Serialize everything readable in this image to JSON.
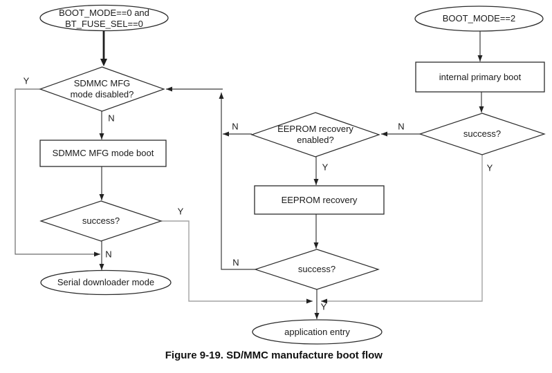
{
  "figure_caption": "Figure 9-19. SD/MMC manufacture boot flow",
  "nodes": {
    "boot_mode_0": {
      "type": "terminator",
      "lines": [
        "BOOT_MODE==0 and",
        "BT_FUSE_SEL==0"
      ]
    },
    "sdmmc_mfg_disabled": {
      "type": "decision",
      "lines": [
        "SDMMC MFG",
        "mode disabled?"
      ]
    },
    "sdmmc_mfg_boot": {
      "type": "process",
      "lines": [
        "SDMMC MFG mode boot"
      ]
    },
    "sdmmc_boot_success": {
      "type": "decision",
      "lines": [
        "success?"
      ]
    },
    "serial_downloader": {
      "type": "terminator",
      "lines": [
        "Serial downloader mode"
      ]
    },
    "boot_mode_2": {
      "type": "terminator",
      "lines": [
        "BOOT_MODE==2"
      ]
    },
    "internal_primary_boot": {
      "type": "process",
      "lines": [
        "internal primary boot"
      ]
    },
    "primary_boot_success": {
      "type": "decision",
      "lines": [
        "success?"
      ]
    },
    "eeprom_recovery_enabled": {
      "type": "decision",
      "lines": [
        "EEPROM recovery",
        "enabled?"
      ]
    },
    "eeprom_recovery": {
      "type": "process",
      "lines": [
        "EEPROM recovery"
      ]
    },
    "eeprom_recovery_success": {
      "type": "decision",
      "lines": [
        "success?"
      ]
    },
    "application_entry": {
      "type": "terminator",
      "lines": [
        "application entry"
      ]
    }
  },
  "edge_labels": {
    "yes": "Y",
    "no": "N"
  },
  "colors": {
    "line": "#3a3a3a",
    "gray_line": "#a3a3a3",
    "text": "#1a1a1a",
    "shape_fill": "#ffffff",
    "background": "#ffffff"
  }
}
